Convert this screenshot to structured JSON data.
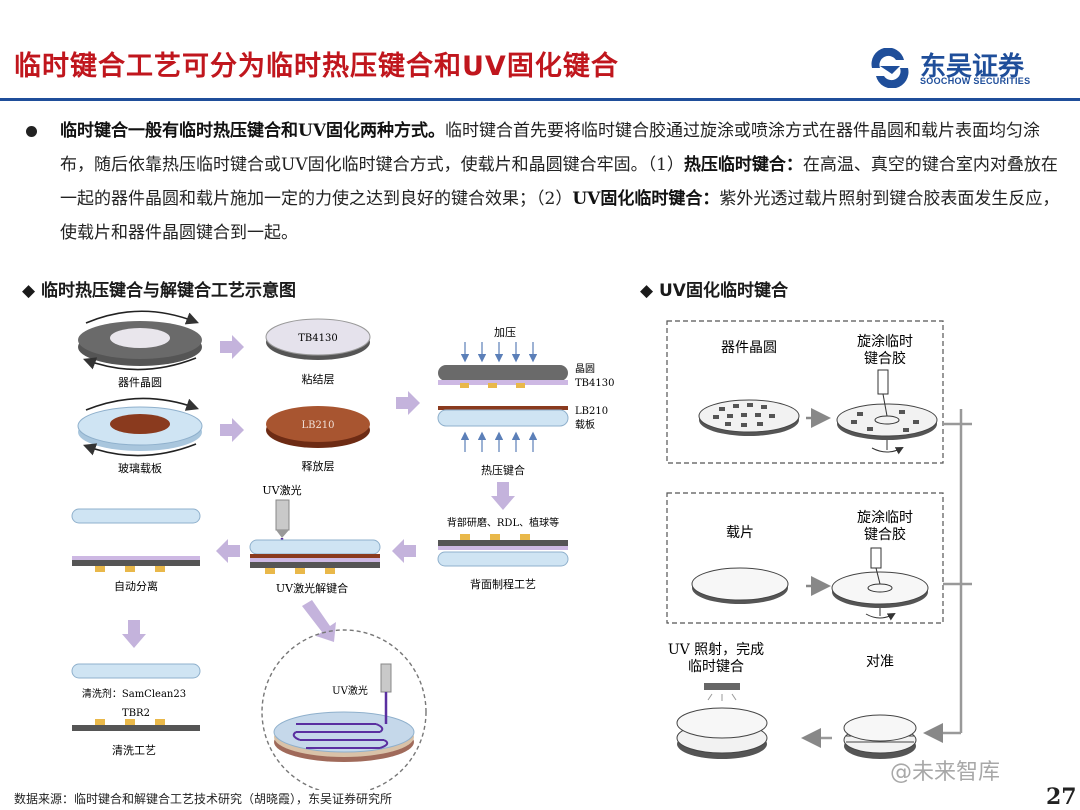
{
  "header": {
    "title": "临时键合工艺可分为临时热压键合和UV固化键合",
    "logo_cn": "东吴证券",
    "logo_en": "SOOCHOW SECURITIES"
  },
  "intro": {
    "bold_1": "临时键合一般有临时热压键合和UV固化两种方式。",
    "text_1": "临时键合首先要将临时键合胶通过旋涂或喷涂方式在器件晶圆和载片表面均匀涂布，随后依靠热压临时键合或UV固化临时键合方式，使载片和晶圆键合牢固。（1）",
    "bold_2": "热压临时键合：",
    "text_2": "在高温、真空的键合室内对叠放在一起的器件晶圆和载片施加一定的力使之达到良好的键合效果；（2）",
    "bold_3": "UV固化临时键合：",
    "text_3": "紫外光透过载片照射到键合胶表面发生反应，使载片和器件晶圆键合到一起。"
  },
  "left_section": {
    "title": "◆ 临时热压键合与解键合工艺示意图",
    "labels": {
      "device_wafer": "器件晶圆",
      "glass_carrier": "玻璃载板",
      "tb4130": "TB4130",
      "bond_layer": "粘结层",
      "lb210": "LB210",
      "release_layer": "释放层",
      "press": "加压",
      "wafer_tb": "晶圆\nTB4130",
      "lb210_carrier": "LB210\n载板",
      "thermal_bond": "热压键合",
      "backside_steps": "背部研磨、RDL、植球等",
      "backside_process": "背面制程工艺",
      "uv_laser": "UV激光",
      "uv_debond": "UV激光解键合",
      "auto_separate": "自动分离",
      "cleaner": "清洗剂：SamClean23",
      "tbr2": "TBR2",
      "clean_process": "清洗工艺",
      "uv_light_zoom": "UV激光"
    }
  },
  "right_section": {
    "title": "◆ UV固化临时键合",
    "labels": {
      "device_wafer": "器件晶圆",
      "spin_glue_1": "旋涂临时\n键合胶",
      "carrier": "载片",
      "spin_glue_2": "旋涂临时\n键合胶",
      "uv_complete": "UV 照射，完成\n临时键合",
      "align": "对准"
    }
  },
  "footer": {
    "source": "数据来源：临时键合和解键合工艺技术研究（胡晓霞），东吴证券研究所",
    "page": "27",
    "watermark": "@未来智库"
  },
  "colors": {
    "title_red": "#c0161d",
    "brand_blue": "#1f4e9a",
    "arrow_purple": "#c4b3dc",
    "glass_blue": "#cfe4f3",
    "release_brown": "#9a4a2a",
    "bump_yellow": "#e9b84a"
  }
}
